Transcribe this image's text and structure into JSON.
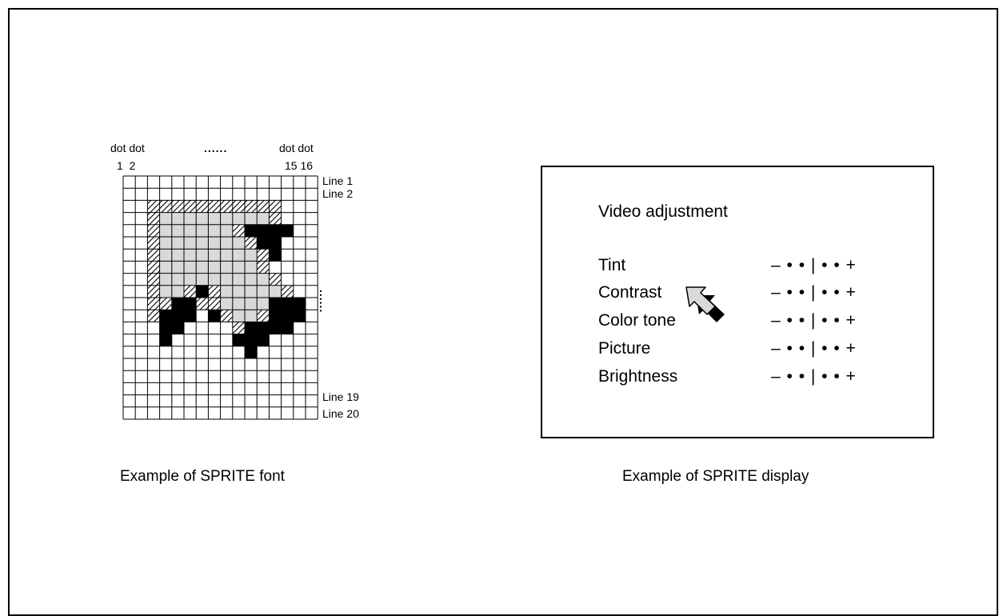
{
  "sprite_font": {
    "dot_labels_top": [
      "dot dot",
      "......",
      "dot dot"
    ],
    "dot_numbers": [
      "1  2",
      "15 16"
    ],
    "line_labels": [
      "Line 1",
      "Line 2",
      "Line 19",
      "Line 20"
    ],
    "vertical_ellipsis": "......",
    "caption": "Example of SPRITE font",
    "cols": 16,
    "rows": 20,
    "pattern": [
      "................",
      "................",
      "..HHHHHHHHHHH...",
      "..HGGGGGGGGGH...",
      "..HGGGGGGHBBBB..",
      "..HGGGGGGGHBB...",
      "..HGGGGGGGGHB...",
      "..HGGGGGGGGH....",
      "..HGGGGGGGGGH...",
      "..HGGHBHGGGGGH..",
      "..HHBBHHGGGGBBB.",
      "..HBBB.BHGGHBBB.",
      "...BB....HBBBB..",
      "...B.....BBB....",
      "..........B.....",
      "................",
      "................",
      "................",
      "................",
      "................"
    ]
  },
  "sprite_display": {
    "title": "Video adjustment",
    "items": [
      {
        "label": "Tint",
        "control": "– • • | • • +"
      },
      {
        "label": "Contrast",
        "control": "– • • | • • +"
      },
      {
        "label": "Color tone",
        "control": "– • • | • • +"
      },
      {
        "label": "Picture",
        "control": "– • • | • • +"
      },
      {
        "label": "Brightness",
        "control": "– • • | • • +"
      }
    ],
    "cursor_icon": "arrow-cursor-icon",
    "caption": "Example of SPRITE display"
  },
  "colors": {
    "grey_fill": "#d9d9d9",
    "hatch": "#000000",
    "black_fill": "#000000"
  }
}
